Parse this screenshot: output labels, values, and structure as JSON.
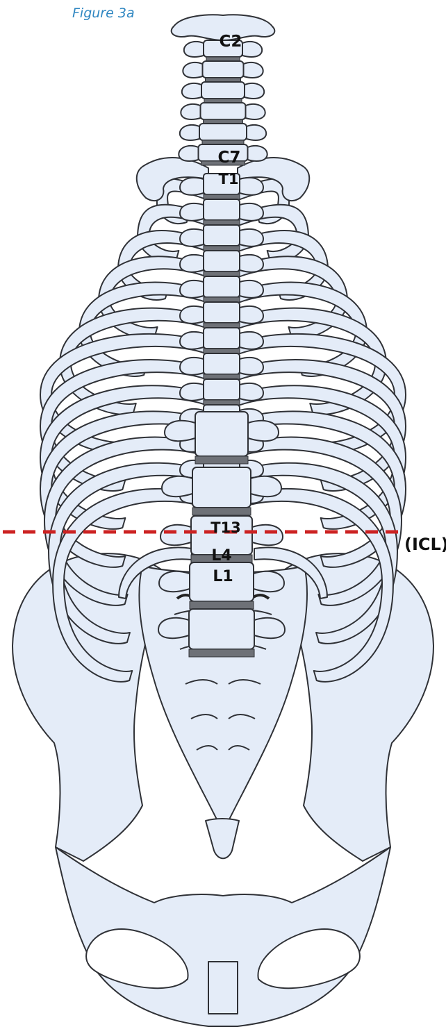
{
  "figure_label": "Figure 3a",
  "reference_line_label": "(ICL)",
  "vertebra_labels": {
    "c2": "C2",
    "c7": "C7",
    "t1": "T1",
    "t13": "T13",
    "l1": "L1",
    "l4": "L4"
  },
  "colors": {
    "bone_fill": "#e4ecf8",
    "bone_stroke": "#2f3136",
    "disc": "#6e7177",
    "caption": "#2e86c1",
    "icl_line": "#cc2222"
  }
}
